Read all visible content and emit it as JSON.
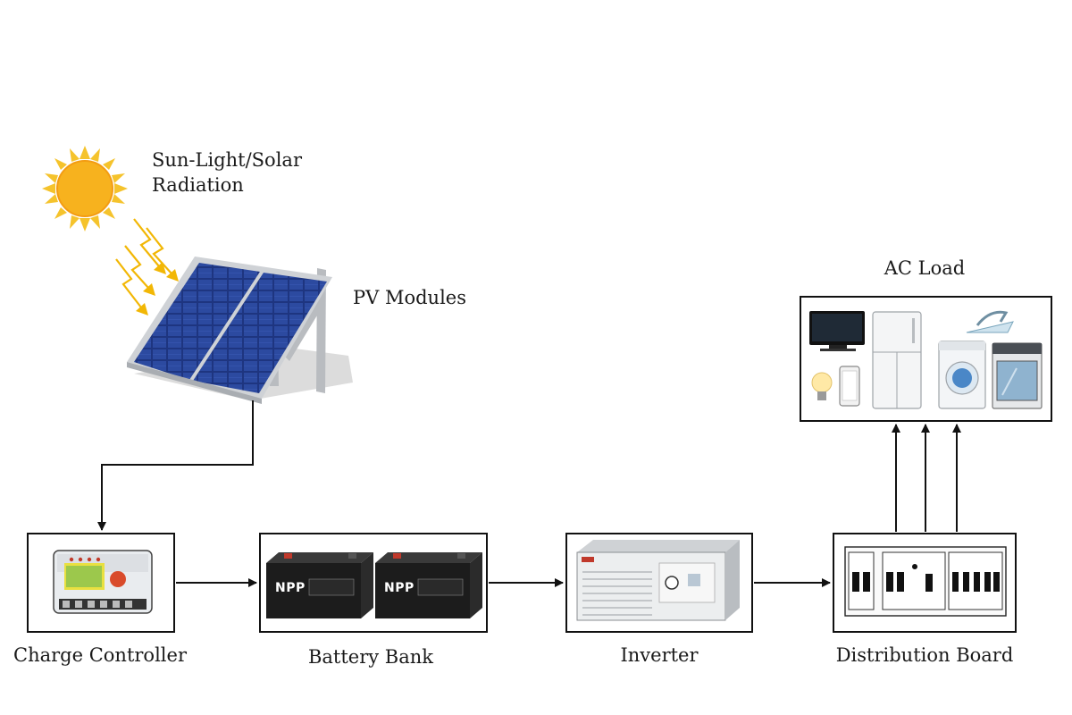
{
  "sun": {
    "label_line1": "Sun-Light/Solar",
    "label_line2": "Radiation"
  },
  "pv": {
    "label": "PV Modules"
  },
  "ac_load": {
    "label": "AC Load"
  },
  "charge_controller": {
    "label": "Charge Controller"
  },
  "battery_bank": {
    "label": "Battery Bank",
    "brand": "NPP"
  },
  "inverter": {
    "label": "Inverter"
  },
  "distribution_board": {
    "label": "Distribution Board"
  },
  "colors": {
    "sun": "#f7b21e",
    "ray": "#f2b705",
    "panel": "#223a8a",
    "frame": "#c9ccd0",
    "line": "#111111"
  }
}
